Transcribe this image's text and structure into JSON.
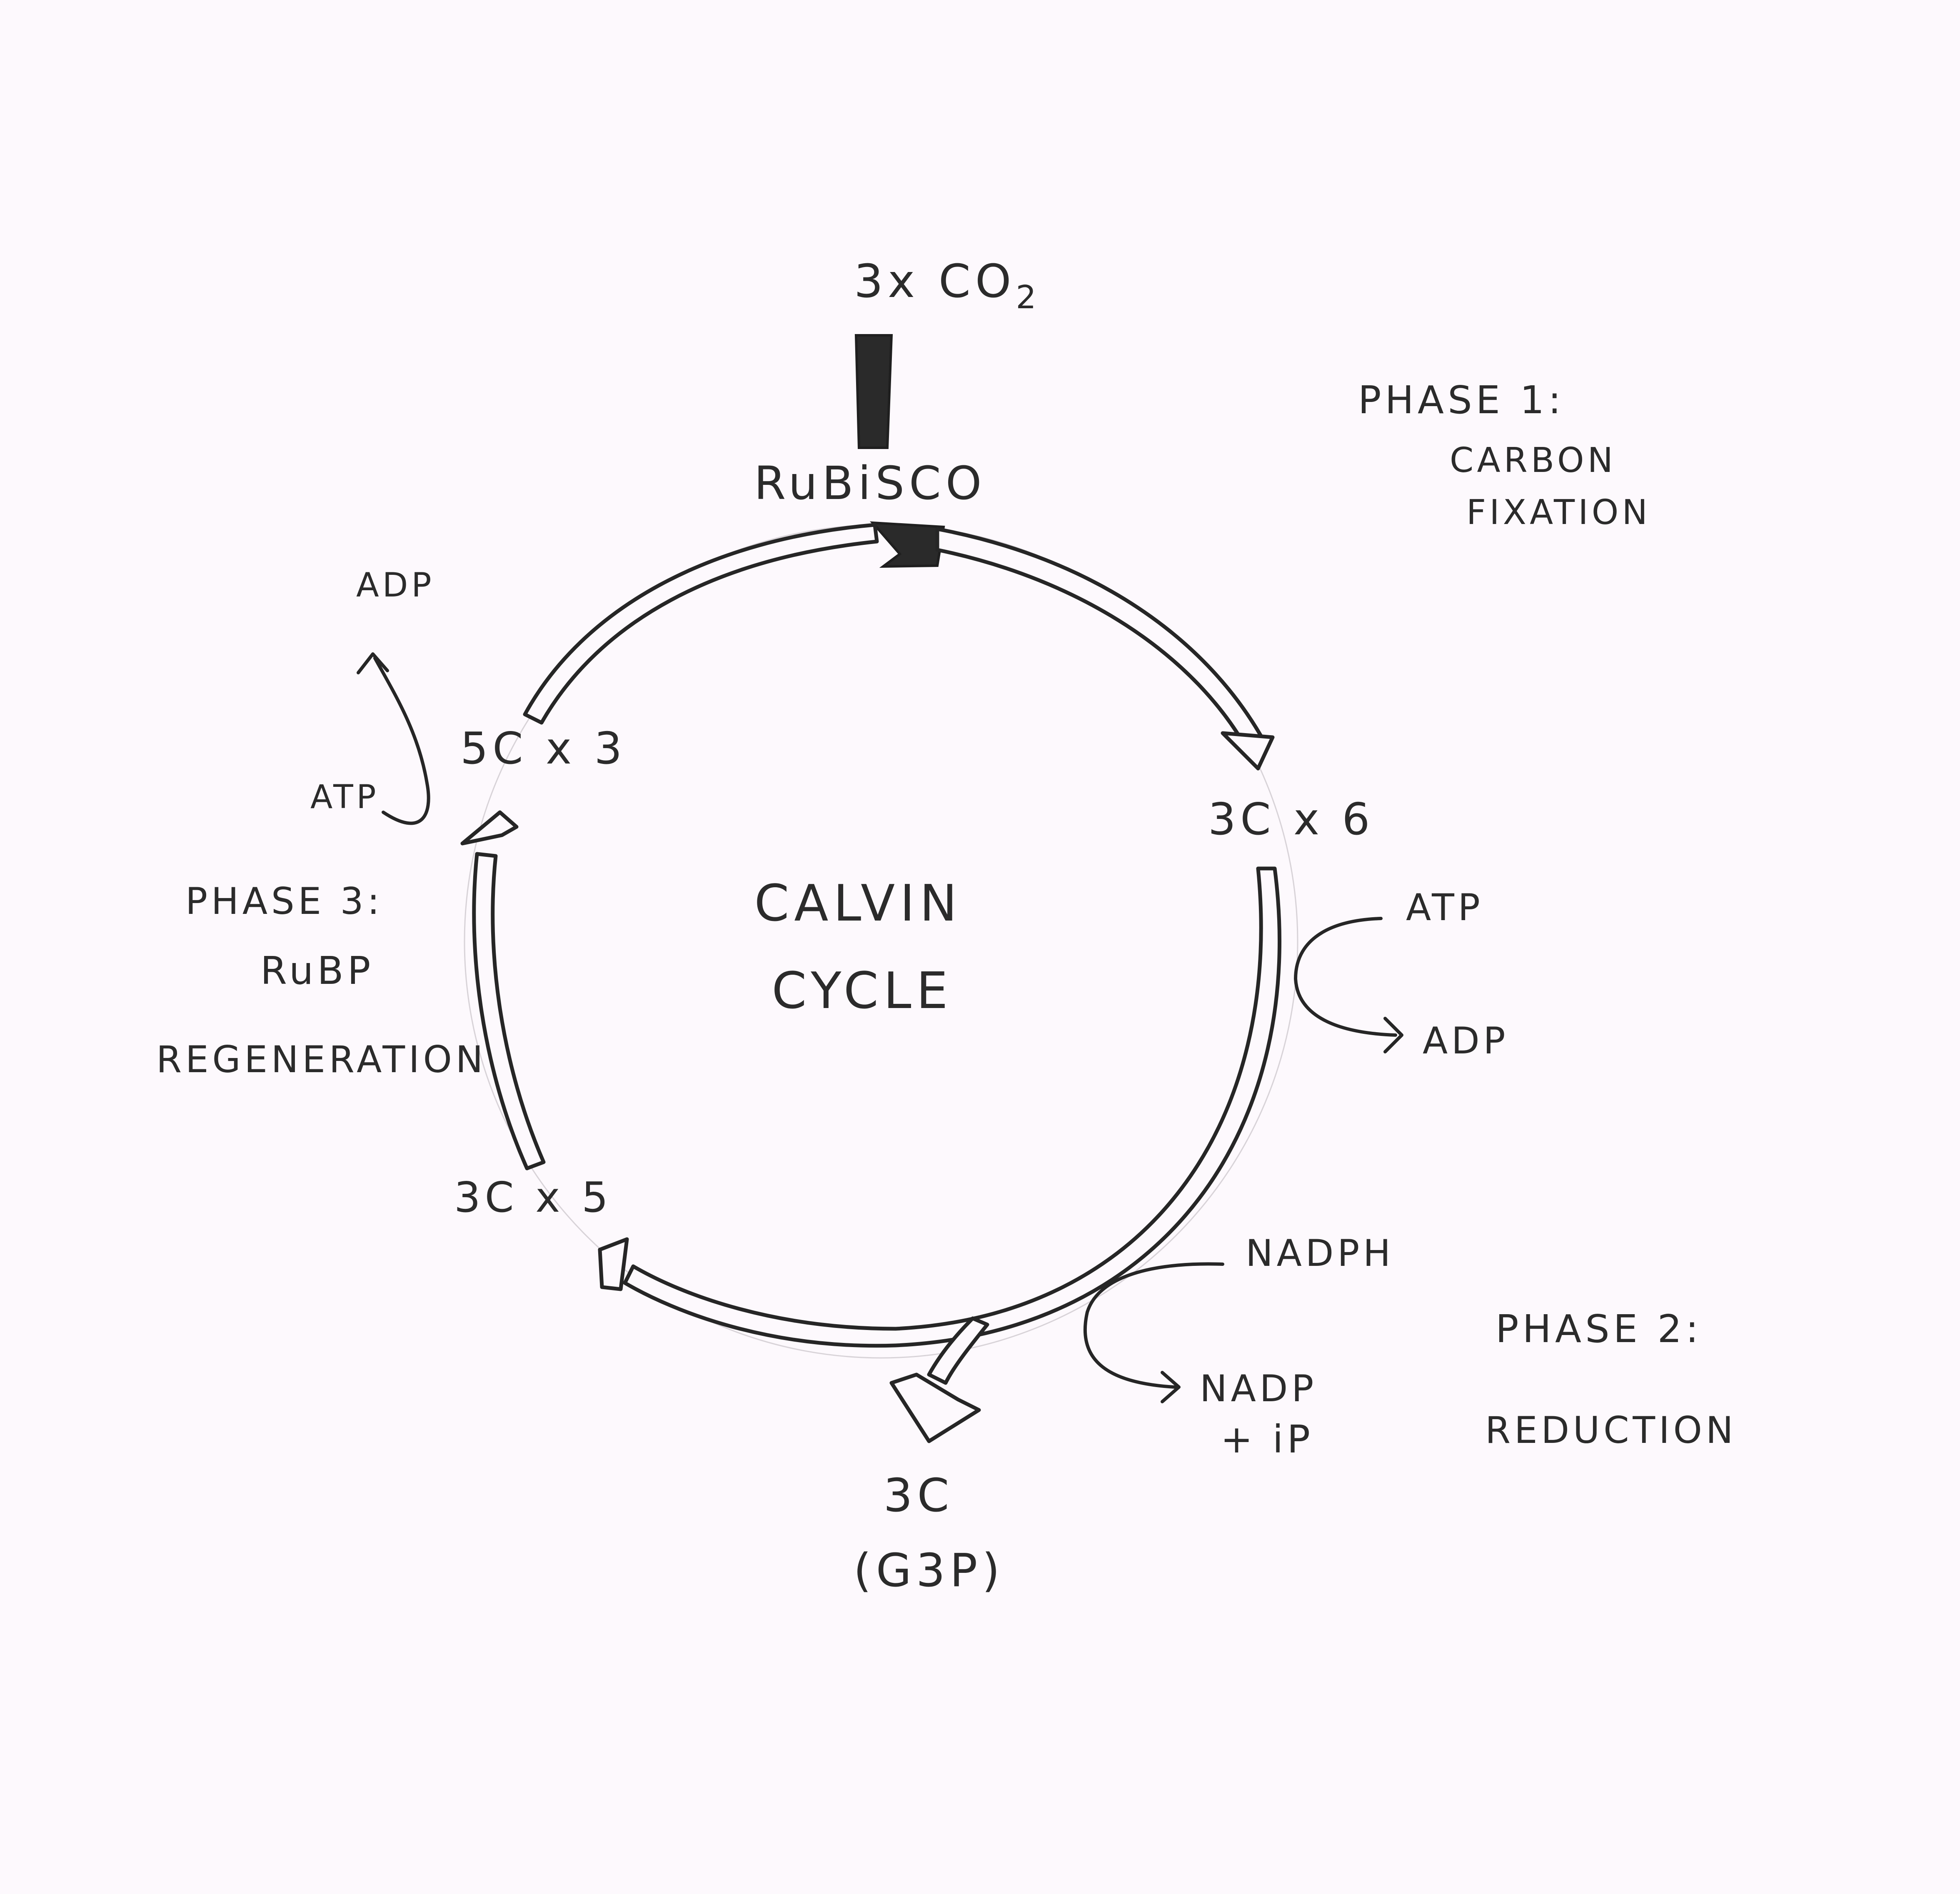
{
  "diagram": {
    "title_line1": "CALVIN",
    "title_line2": "CYCLE",
    "input": {
      "prefix": "3x CO",
      "subscript": "2"
    },
    "enzyme": "RuBiSCO",
    "nodes": {
      "top_right": "3C x 6",
      "bottom_left": "3C x 5",
      "top_left": "5C x 3",
      "output_line1": "3C",
      "output_line2": "(G3P)"
    },
    "phase1": {
      "title": "PHASE 1:",
      "line1": "CARBON",
      "line2": "FIXATION"
    },
    "phase2": {
      "title": "PHASE 2:",
      "line1": "REDUCTION"
    },
    "phase3": {
      "title": "PHASE 3:",
      "line1": "RuBP",
      "line2": "REGENERATION"
    },
    "phase2_inputs": {
      "atp": "ATP",
      "adp": "ADP",
      "nadph": "NADPH",
      "nadp_line1": "NADP",
      "nadp_line2": "+ iP"
    },
    "phase3_inputs": {
      "atp": "ATP",
      "adp": "ADP"
    },
    "colors": {
      "ink": "#262626",
      "paper": "#fdf9fd"
    }
  }
}
